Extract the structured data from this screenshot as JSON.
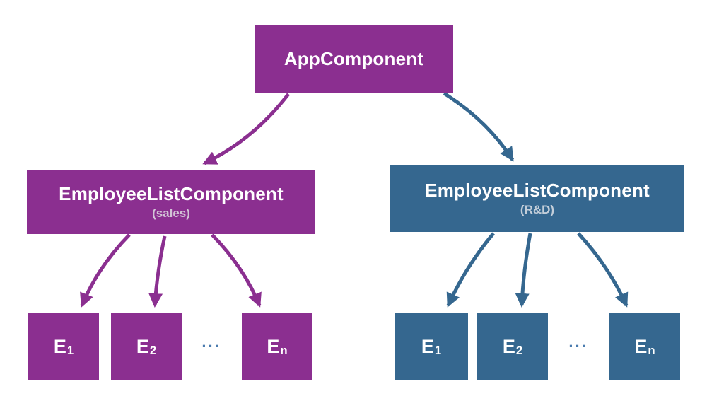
{
  "diagram": {
    "root": {
      "label": "AppComponent"
    },
    "branches": [
      {
        "label": "EmployeeListComponent",
        "sublabel": "(sales)",
        "ellipsis": "...",
        "children": [
          {
            "base": "E",
            "sub": "1"
          },
          {
            "base": "E",
            "sub": "2"
          },
          {
            "base": "E",
            "sub": "n"
          }
        ]
      },
      {
        "label": "EmployeeListComponent",
        "sublabel": "(R&D)",
        "ellipsis": "...",
        "children": [
          {
            "base": "E",
            "sub": "1"
          },
          {
            "base": "E",
            "sub": "2"
          },
          {
            "base": "E",
            "sub": "n"
          }
        ]
      }
    ],
    "colors": {
      "purple": "#8b2f90",
      "blue": "#35678f",
      "sublabel_on_purple": "#d2c3d6",
      "sublabel_on_blue": "#c3ced9",
      "ellipsis": "#4a7bae",
      "background": "#ffffff"
    }
  }
}
